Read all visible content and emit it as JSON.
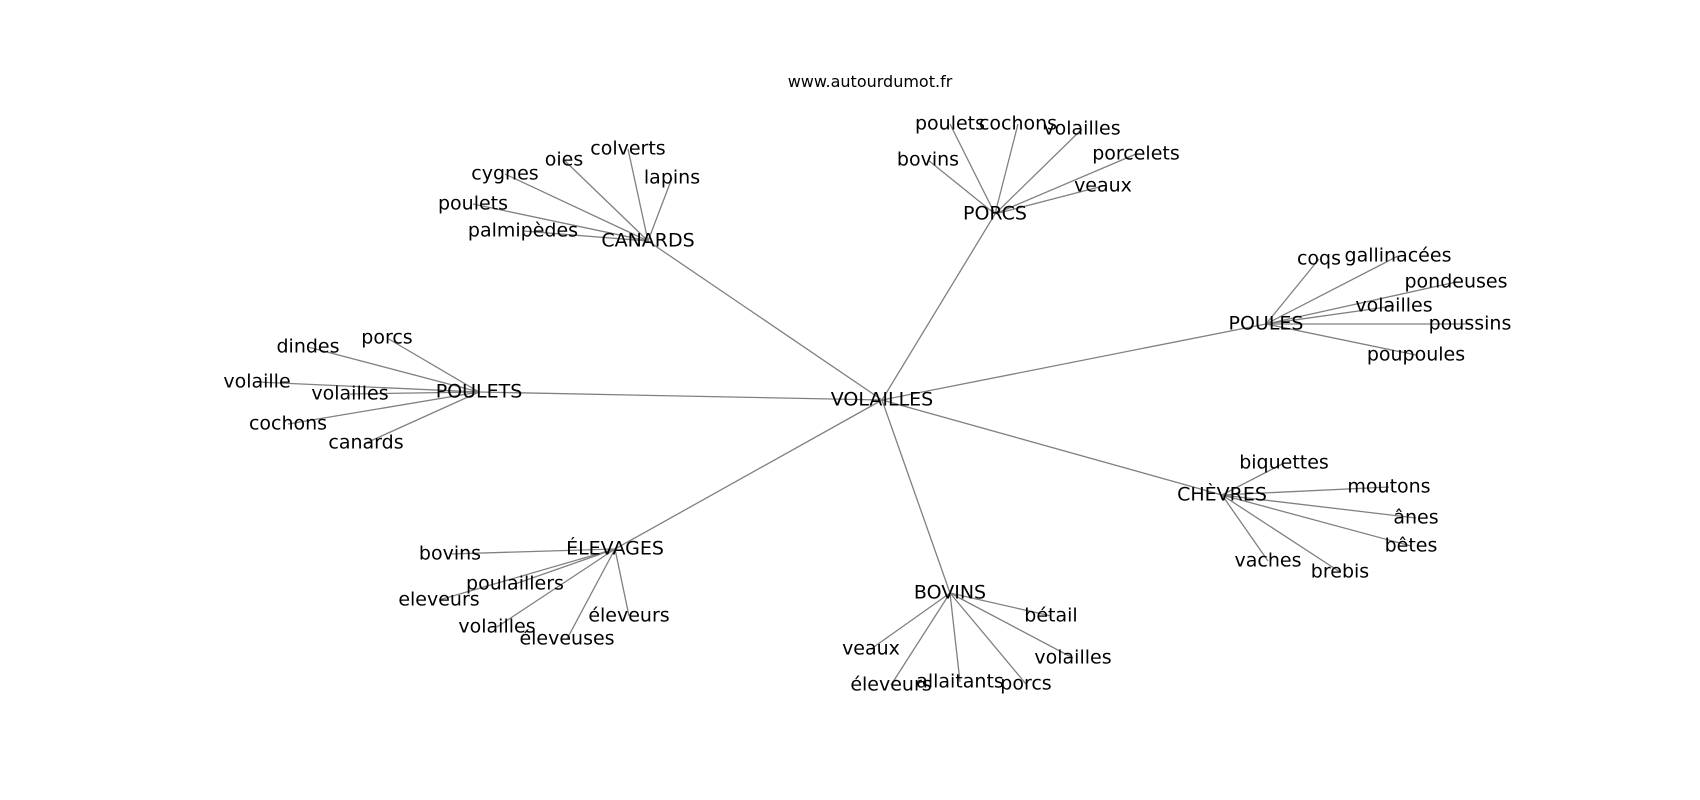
{
  "watermark": "www.autourdumot.fr",
  "center": {
    "id": "VOLAILLES",
    "label": "VOLAILLES"
  },
  "hubs": [
    {
      "id": "canards",
      "label": "CANARDS",
      "leaves": [
        "colverts",
        "oies",
        "cygnes",
        "lapins",
        "poulets",
        "palmipèdes"
      ]
    },
    {
      "id": "porcs",
      "label": "PORCS",
      "leaves": [
        "poulets",
        "cochons",
        "volailles",
        "bovins",
        "porcelets",
        "veaux"
      ]
    },
    {
      "id": "poules",
      "label": "POULES",
      "leaves": [
        "coqs",
        "gallinacées",
        "pondeuses",
        "volailles",
        "poussins",
        "poupoules"
      ]
    },
    {
      "id": "poulets",
      "label": "POULETS",
      "leaves": [
        "porcs",
        "dindes",
        "volaille",
        "volailles",
        "cochons",
        "canards"
      ]
    },
    {
      "id": "chevres",
      "label": "CHÈVRES",
      "leaves": [
        "biquettes",
        "moutons",
        "ânes",
        "bêtes",
        "vaches",
        "brebis"
      ]
    },
    {
      "id": "elevages",
      "label": "ÉLEVAGES",
      "leaves": [
        "bovins",
        "poulaillers",
        "eleveurs",
        "éleveurs",
        "volailles",
        "éleveuses"
      ]
    },
    {
      "id": "bovins",
      "label": "BOVINS",
      "leaves": [
        "bétail",
        "veaux",
        "volailles",
        "allaitants",
        "éleveurs",
        "porcs"
      ]
    }
  ]
}
